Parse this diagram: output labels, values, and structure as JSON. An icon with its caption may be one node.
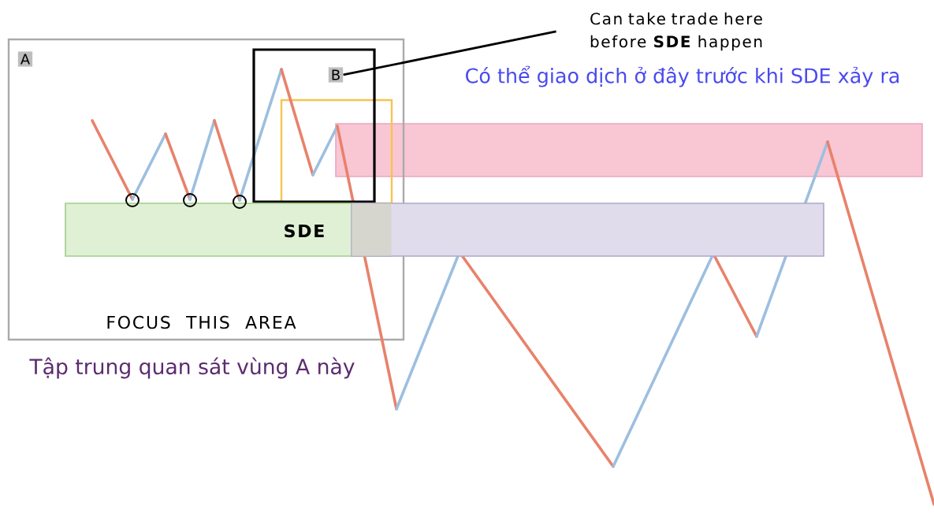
{
  "diagram": {
    "nodes": [
      {
        "text": [
          "A",
          "FOCUS THIS AREA"
        ],
        "beside": [
          "Tập trung quan sát vùng A này"
        ]
      },
      {
        "text": [
          "B"
        ],
        "in": 0
      },
      {
        "text": [
          "SDE"
        ],
        "in": 0
      },
      {
        "text": [
          "Can take trade here before **SDE** happen"
        ],
        "beside": [
          "Có thể giao dịch ở đây trước khi SDE xảy ra"
        ]
      },
      {
        "text": [],
        "shape": "box",
        "in": 0
      },
      {
        "text": [],
        "shape": "bar"
      },
      {
        "text": [],
        "shape": "bar"
      }
    ],
    "edges": [
      {
        "from": 3,
        "to": 1,
        "arrow": "none"
      }
    ]
  }
}
